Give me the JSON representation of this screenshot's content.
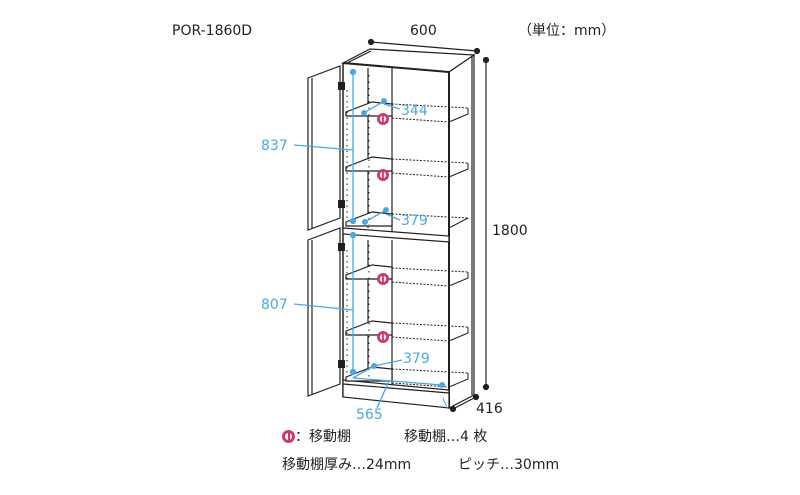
{
  "header": {
    "model": "POR-1860D",
    "unit": "（単位：mm）"
  },
  "dimensions": {
    "width": "600",
    "height": "1800",
    "depth": "416",
    "upper_inner_height": "837",
    "lower_inner_height": "807",
    "upper_shelf_depth": "344",
    "middle_shelf_depth": "379",
    "bottom_shelf_depth": "379",
    "inner_width": "565"
  },
  "legend": {
    "movable_shelf_icon": "movable-shelf-icon",
    "movable_shelf_label": "：移動棚",
    "movable_shelf_count": "移動棚…4 枚",
    "shelf_thickness": "移動棚厚み…24mm",
    "pitch": "ピッチ…30mm"
  },
  "colors": {
    "line": "#231f20",
    "dimension_blue": "#4aa8e0",
    "movable_pink": "#d6336c"
  }
}
